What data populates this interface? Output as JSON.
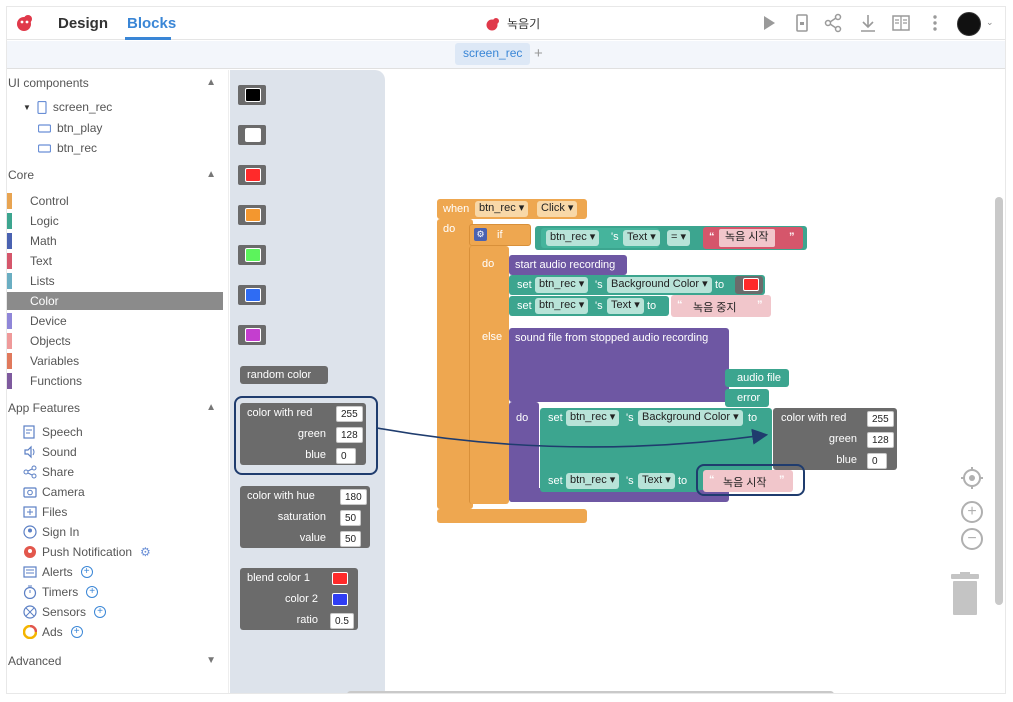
{
  "header": {
    "tab_design": "Design",
    "tab_blocks": "Blocks",
    "project_name": "녹음기",
    "toolbar_icons": [
      "play-icon",
      "device-icon",
      "share-icon",
      "download-icon",
      "book-icon",
      "more-icon"
    ]
  },
  "screen_tabs": {
    "active": "screen_rec",
    "add": "+"
  },
  "sidebar": {
    "ui_components_title": "UI components",
    "tree": [
      {
        "label": "screen_rec",
        "icon": "phone-icon"
      },
      {
        "label": "btn_play",
        "icon": "button-icon"
      },
      {
        "label": "btn_rec",
        "icon": "button-icon"
      }
    ],
    "core_title": "Core",
    "core_items": [
      {
        "label": "Control",
        "color": "#e8a451"
      },
      {
        "label": "Logic",
        "color": "#3ca58f"
      },
      {
        "label": "Math",
        "color": "#4a62b1"
      },
      {
        "label": "Text",
        "color": "#d5566b"
      },
      {
        "label": "Lists",
        "color": "#6aaec2"
      },
      {
        "label": "Color",
        "color": "#8b8b8b",
        "selected": true
      },
      {
        "label": "Device",
        "color": "#8f86d8"
      },
      {
        "label": "Objects",
        "color": "#ef9a9a"
      },
      {
        "label": "Variables",
        "color": "#e0795c"
      },
      {
        "label": "Functions",
        "color": "#7e5a9e"
      }
    ],
    "features_title": "App Features",
    "features": [
      {
        "label": "Speech",
        "icon": "speech-icon"
      },
      {
        "label": "Sound",
        "icon": "sound-icon"
      },
      {
        "label": "Share",
        "icon": "share-icon"
      },
      {
        "label": "Camera",
        "icon": "camera-icon"
      },
      {
        "label": "Files",
        "icon": "files-icon"
      },
      {
        "label": "Sign In",
        "icon": "signin-icon"
      },
      {
        "label": "Push Notification",
        "icon": "push-icon",
        "extra": "gear"
      },
      {
        "label": "Alerts",
        "icon": "alerts-icon",
        "extra": "plus"
      },
      {
        "label": "Timers",
        "icon": "timer-icon",
        "extra": "plus"
      },
      {
        "label": "Sensors",
        "icon": "sensor-icon",
        "extra": "plus"
      },
      {
        "label": "Ads",
        "icon": "ads-icon",
        "extra": "plus"
      }
    ],
    "advanced_title": "Advanced"
  },
  "flyout": {
    "swatches": [
      "#000000",
      "#ffffff",
      "#ff2a2a",
      "#f3972f",
      "#5cf35c",
      "#2f6cf3",
      "#c43ecf"
    ],
    "random_color": "random color",
    "color_with_red": {
      "red_label": "color with red",
      "green_label": "green",
      "blue_label": "blue",
      "red": "255",
      "green": "128",
      "blue": "0"
    },
    "color_with_hue": {
      "hue_label": "color with hue",
      "sat_label": "saturation",
      "val_label": "value",
      "hue": "180",
      "sat": "50",
      "val": "50"
    },
    "blend_color": {
      "label1": "blend color 1",
      "label2": "color 2",
      "ratio_label": "ratio",
      "color1": "#ff2a2a",
      "color2": "#2f3df3",
      "ratio": "0.5"
    }
  },
  "workspace": {
    "event": {
      "when": "when",
      "component": "btn_rec",
      "event": "Click",
      "do": "do"
    },
    "if_block": {
      "if": "if",
      "do": "do",
      "else": "else",
      "component": "btn_rec",
      "poss": "'s",
      "prop": "Text",
      "op": "=",
      "value": "녹음 시작"
    },
    "start_audio": "start audio recording",
    "set1": {
      "set": "set",
      "component": "btn_rec",
      "poss": "'s",
      "prop": "Background Color",
      "to": "to",
      "color": "#ff2a2a"
    },
    "set2": {
      "set": "set",
      "component": "btn_rec",
      "poss": "'s",
      "prop": "Text",
      "to": "to",
      "value": "녹음 중지"
    },
    "sound_file": {
      "label": "sound file from stopped audio recording",
      "audio_file": "audio file",
      "error": "error",
      "do": "do"
    },
    "set3": {
      "set": "set",
      "component": "btn_rec",
      "poss": "'s",
      "prop": "Background Color",
      "to": "to"
    },
    "color_block": {
      "red_label": "color with red",
      "green_label": "green",
      "blue_label": "blue",
      "red": "255",
      "green": "128",
      "blue": "0"
    },
    "set4": {
      "set": "set",
      "component": "btn_rec",
      "poss": "'s",
      "prop": "Text",
      "to": "to",
      "value": "녹음 시작"
    }
  }
}
